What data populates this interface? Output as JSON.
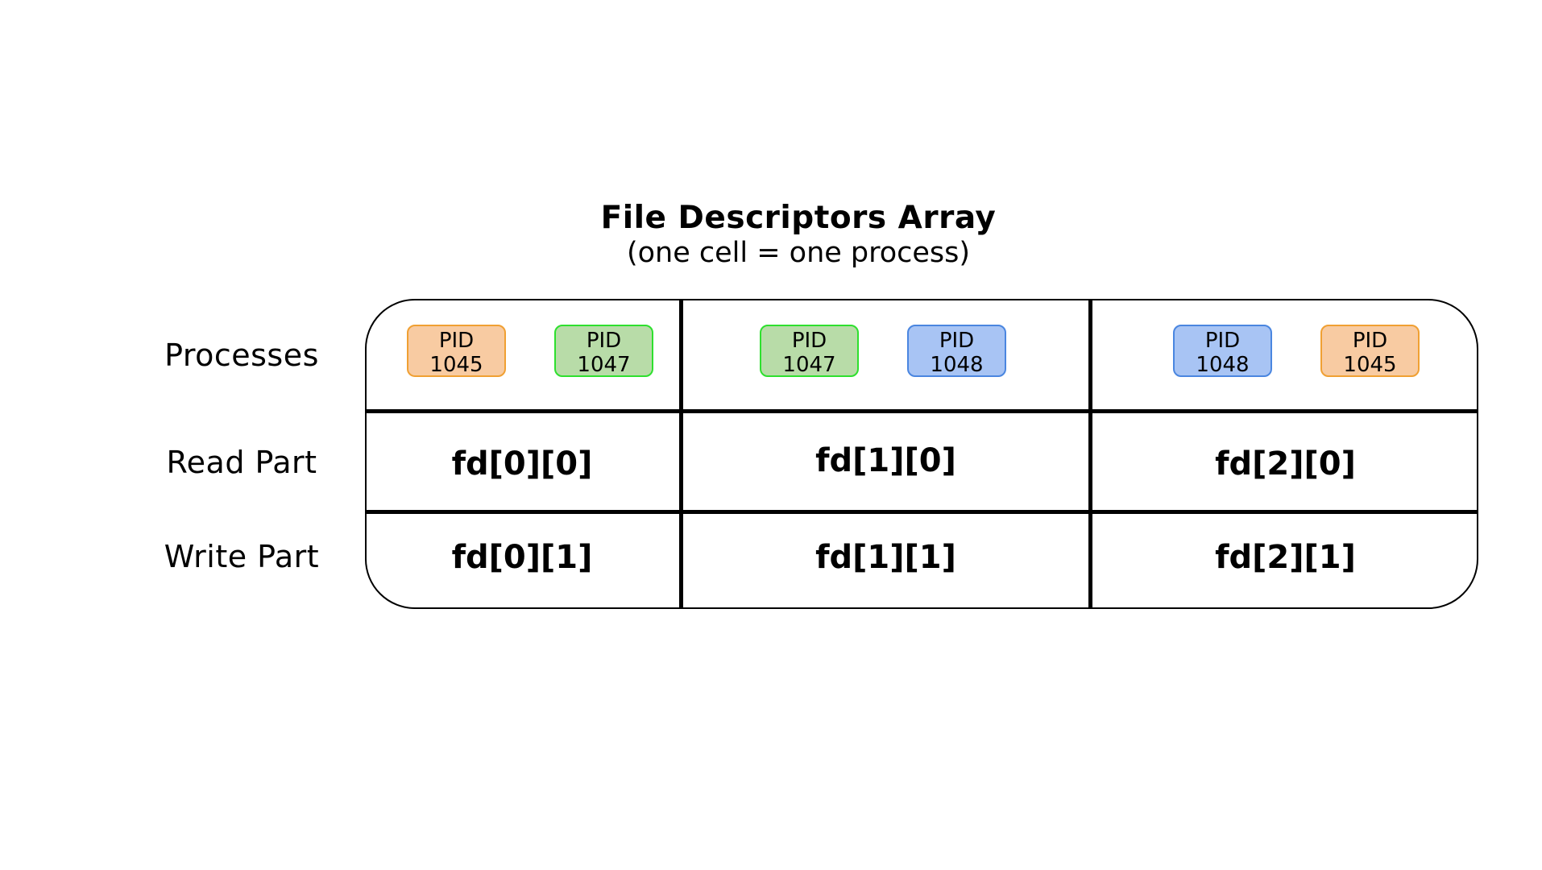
{
  "title": "File Descriptors Array",
  "subtitle": "(one cell = one process)",
  "row_labels": {
    "processes": "Processes",
    "read": "Read Part",
    "write": "Write Part"
  },
  "colors": {
    "orange_fill": "#f8cba2",
    "orange_border": "#f0a033",
    "green_fill": "#b8dca8",
    "green_border": "#2ee02e",
    "blue_fill": "#a8c4f4",
    "blue_border": "#4a86e0"
  },
  "columns": [
    {
      "read": "fd[0][0]",
      "write": "fd[0][1]",
      "pids": [
        {
          "label": "PID",
          "id": "1045",
          "color": "orange"
        },
        {
          "label": "PID",
          "id": "1047",
          "color": "green"
        }
      ]
    },
    {
      "read": "fd[1][0]",
      "write": "fd[1][1]",
      "pids": [
        {
          "label": "PID",
          "id": "1047",
          "color": "green"
        },
        {
          "label": "PID",
          "id": "1048",
          "color": "blue"
        }
      ]
    },
    {
      "read": "fd[2][0]",
      "write": "fd[2][1]",
      "pids": [
        {
          "label": "PID",
          "id": "1048",
          "color": "blue"
        },
        {
          "label": "PID",
          "id": "1045",
          "color": "orange"
        }
      ]
    }
  ]
}
